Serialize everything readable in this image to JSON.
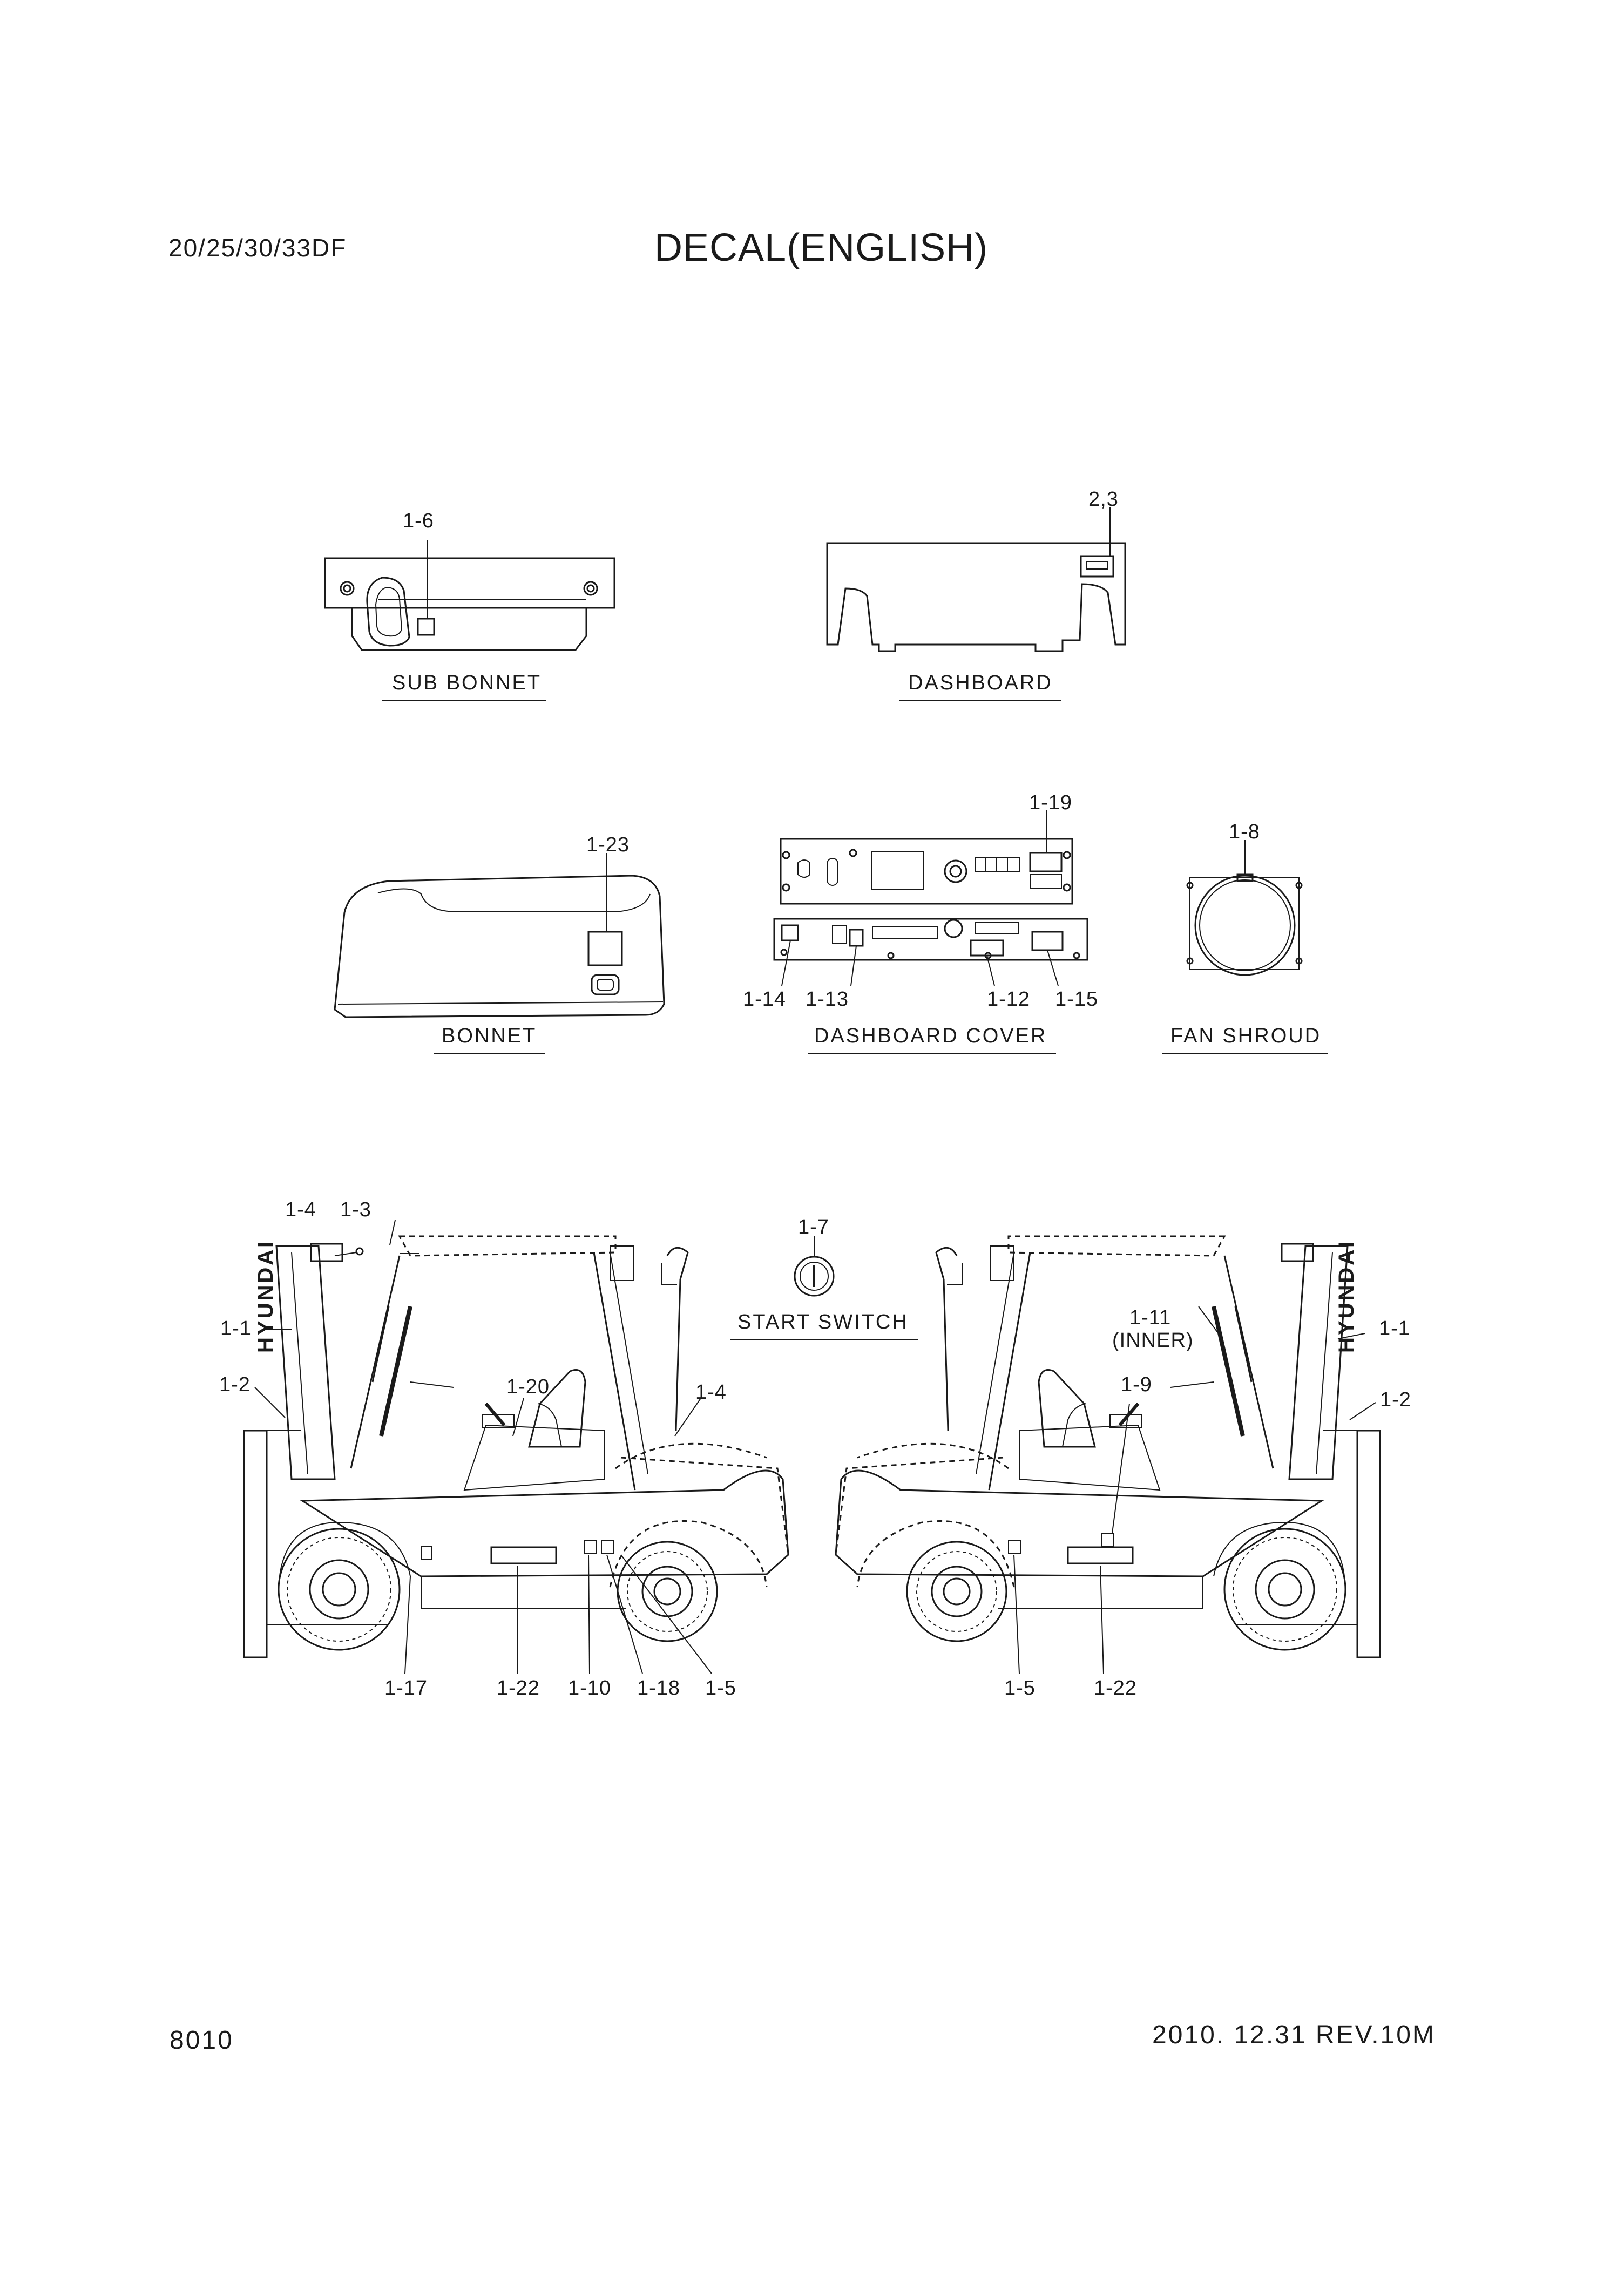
{
  "header": {
    "model": "20/25/30/33DF",
    "title": "DECAL(ENGLISH)"
  },
  "footer": {
    "page_number": "8010",
    "revision": "2010. 12.31  REV.10M"
  },
  "captions": {
    "sub_bonnet": "SUB BONNET",
    "dashboard": "DASHBOARD",
    "bonnet": "BONNET",
    "dashboard_cover": "DASHBOARD COVER",
    "fan_shroud": "FAN SHROUD",
    "start_switch": "START SWITCH"
  },
  "part_labels": {
    "sub_bonnet_decal": "1-6",
    "dashboard_decal": "2,3",
    "bonnet_decal": "1-23",
    "dashcover_top": "1-19",
    "dashcover_1": "1-14",
    "dashcover_2": "1-13",
    "dashcover_3": "1-12",
    "dashcover_4": "1-15",
    "fan_shroud_decal": "1-8",
    "start_switch_decal": "1-7",
    "left_mast_top_a": "1-4",
    "left_mast_top_b": "1-3",
    "left_mast_side_a": "1-1",
    "left_mast_side_b": "1-2",
    "left_seat": "1-20",
    "left_body_side": "1-4",
    "left_bottom_1": "1-17",
    "left_bottom_2": "1-22",
    "left_bottom_3": "1-10",
    "left_bottom_4": "1-18",
    "left_bottom_5": "1-5",
    "right_cab_inner": "1-11",
    "right_cab_inner_note": "(INNER)",
    "right_mast_side_a": "1-1",
    "right_mast_side_b": "1-2",
    "right_seat": "1-9",
    "right_bottom_1": "1-5",
    "right_bottom_2": "1-22"
  },
  "mast_brand": "HYUNDAI"
}
